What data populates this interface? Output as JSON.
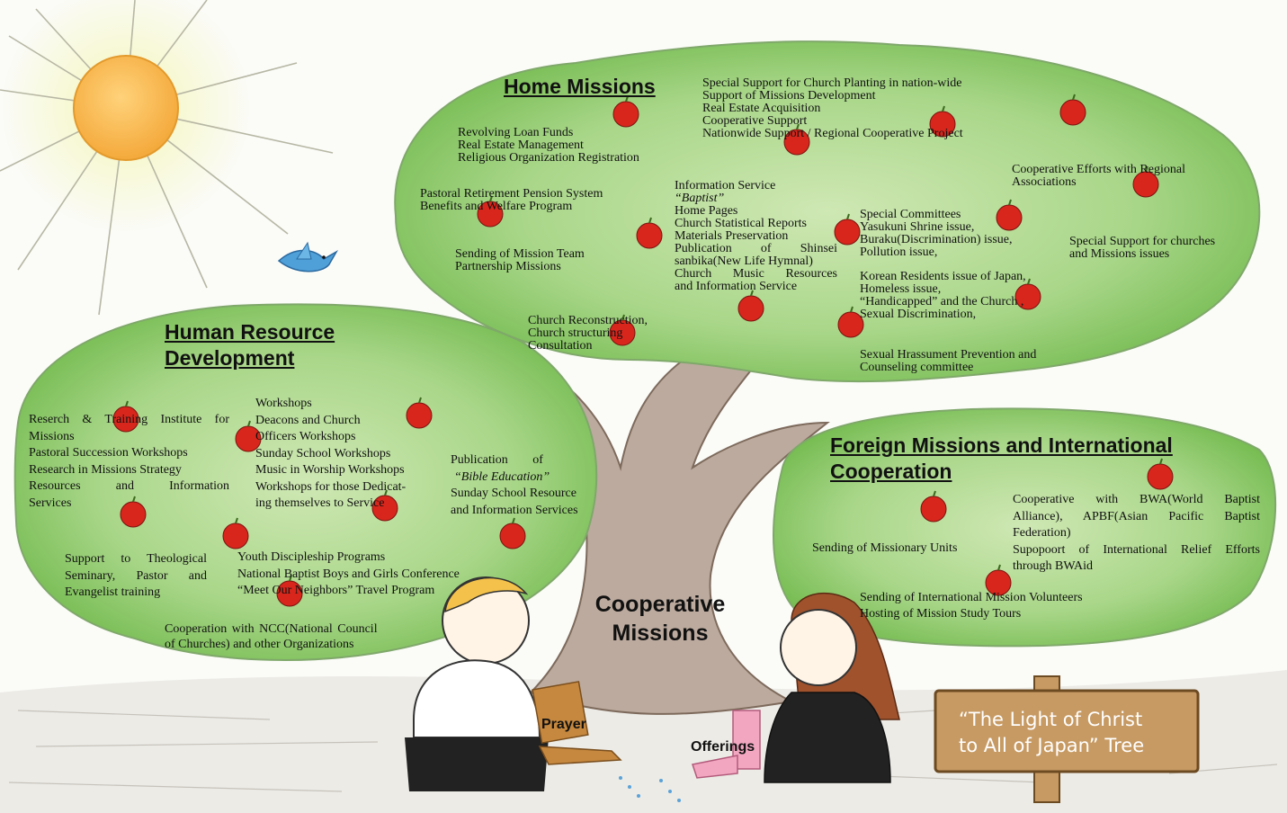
{
  "center_title": [
    "Cooperative",
    "Missions"
  ],
  "sections": {
    "home": {
      "heading": "Home Missions",
      "groups": [
        [
          "Special Support for Church Planting in nation-wide",
          "Support  of Missions Development",
          "Real Estate Acquisition",
          "Cooperative Support",
          "Nationwide Support / Regional Cooperative Project"
        ],
        [
          "Revolving Loan Funds",
          "Real Estate Management",
          "Religious Organization Registration"
        ],
        [
          "Cooperative Efforts with Regional",
          "Associations"
        ],
        [
          "Pastoral Retirement Pension System",
          "Benefits and Welfare Program"
        ],
        [
          "Information Service",
          "“Baptist”",
          "Home Pages",
          "Church Statistical Reports",
          "Materials Preservation",
          "Publication of Shinsei",
          "sanbika(New Life Hymnal)",
          "Church Music Resources",
          "and Information Service"
        ],
        [
          "Special Committees",
          "Yasukuni Shrine issue,",
          "Buraku(Discrimination) issue,",
          "Pollution issue,"
        ],
        [
          "Special Support for churches",
          "and Missions issues"
        ],
        [
          "Sending of Mission Team",
          "Partnership Missions"
        ],
        [
          "Korean Residents issue of Japan,",
          "Homeless issue,",
          "“Handicapped” and the Church ,",
          "Sexual Discrimination,"
        ],
        [
          "Church Reconstruction,",
          "Church structuring",
          "Consultation"
        ],
        [
          "Sexual Hrassument Prevention and",
          "Counseling committee"
        ]
      ]
    },
    "human": {
      "heading": [
        "Human Resource",
        "Development"
      ],
      "groups": [
        [
          "Reserch & Training Institute for",
          "Missions",
          "Pastoral Succession Workshops",
          "Research in Missions Strategy",
          "Resources and Information",
          "Services"
        ],
        [
          "Workshops",
          "Deacons and Church",
          "Officers Workshops",
          "Sunday School Workshops",
          "Music in Worship Workshops",
          "Workshops for those Dedicat-",
          "ing themselves to Service"
        ],
        [
          "Publication of",
          "“Bible Education”",
          "Sunday School Resource",
          "and Information Services"
        ],
        [
          "Support to Theological",
          "Seminary, Pastor and",
          "Evangelist training"
        ],
        [
          "Youth Discipleship Programs",
          "National Baptist Boys and Girls Conference",
          "“Meet Our Neighbors” Travel Program"
        ],
        [
          "Cooperation with NCC(National Council",
          "of Churches) and other Organizations"
        ]
      ]
    },
    "foreign": {
      "heading": [
        "Foreign Missions and International",
        "Cooperation"
      ],
      "groups": [
        [
          "Cooperative with BWA(World Baptist",
          "Alliance), APBF(Asian Pacific Baptist",
          "Federation)",
          "Supopoort of International Relief Efforts",
          "through BWAid"
        ],
        [
          "Sending of  Missionary Units"
        ],
        [
          "Sending of International Mission Volunteers",
          "Hosting of Mission Study Tours"
        ]
      ]
    }
  },
  "labels": {
    "prayer": "Prayer",
    "offerings": "Offerings"
  },
  "sign": [
    "“The Light of Christ",
    "to All of Japan” Tree"
  ],
  "colors": {
    "foliage": "#8fca6a",
    "trunk": "#b9a89b",
    "sun": "#f7b84a",
    "apple": "#d8261c",
    "sign": "#c79a63",
    "bird": "#4f9fd8"
  }
}
